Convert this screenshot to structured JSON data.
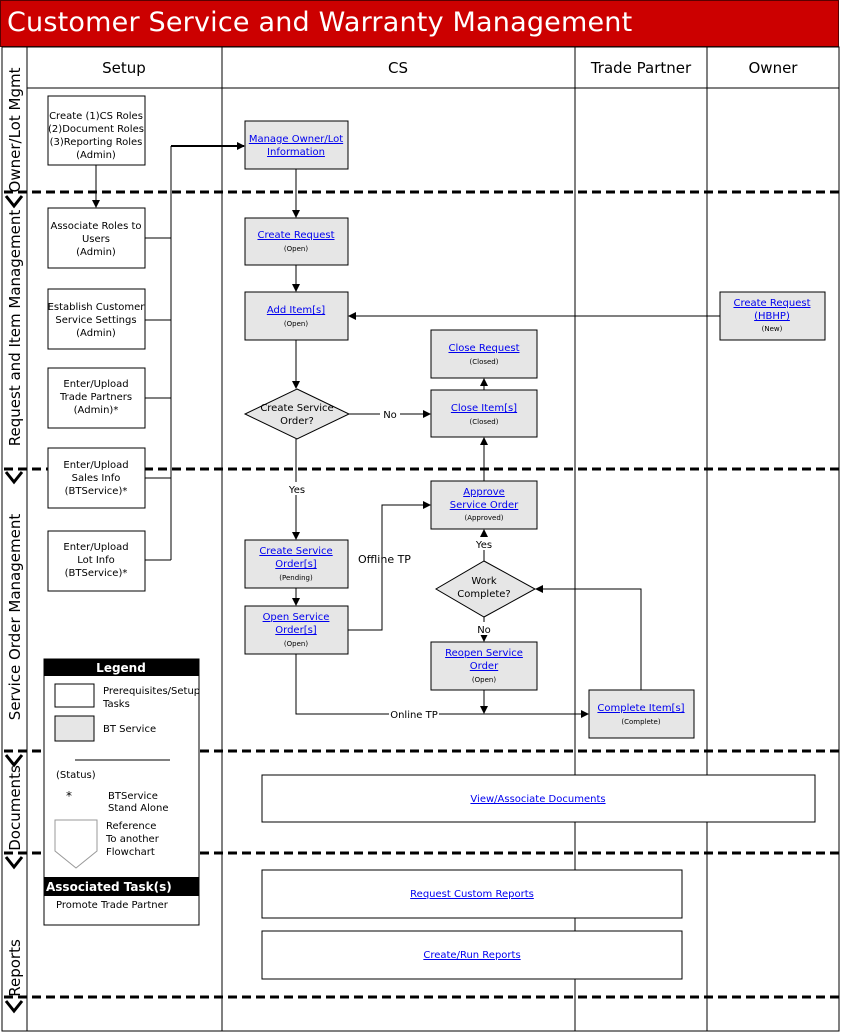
{
  "title": "Customer Service and Warranty Management",
  "colors": {
    "title_bg": "#cc0000",
    "service_fill": "#e6e6e6",
    "link": "#0000ee",
    "lane_border": "#000000"
  },
  "columns": {
    "setup": "Setup",
    "cs": "CS",
    "trade_partner": "Trade Partner",
    "owner": "Owner"
  },
  "rows": {
    "owner_lot": "Owner/Lot Mgmt",
    "request_item": "Request and Item Management",
    "service_order": "Service Order Management",
    "documents": "Documents",
    "reports": "Reports"
  },
  "setup_tasks": {
    "roles": [
      "Create (1)CS Roles",
      "(2)Document Roles",
      "(3)Reporting Roles",
      "(Admin)"
    ],
    "associate": [
      "Associate Roles to",
      "Users",
      "(Admin)"
    ],
    "establish": [
      "Establish Customer",
      "Service Settings",
      "(Admin)"
    ],
    "trade_partners": [
      "Enter/Upload",
      "Trade Partners",
      "(Admin)*"
    ],
    "sales": [
      "Enter/Upload",
      "Sales Info",
      "(BTService)*"
    ],
    "lot": [
      "Enter/Upload",
      "Lot Info",
      "(BTService)*"
    ]
  },
  "services": {
    "manage_owner": {
      "lines": [
        "Manage Owner/Lot",
        "Information"
      ],
      "status": ""
    },
    "create_request": {
      "lines": [
        "Create Request"
      ],
      "status": "(Open)"
    },
    "add_items": {
      "lines": [
        "Add Item[s]"
      ],
      "status": "(Open)"
    },
    "close_request": {
      "lines": [
        "Close Request"
      ],
      "status": "(Closed)"
    },
    "close_items": {
      "lines": [
        "Close Item[s]"
      ],
      "status": "(Closed)"
    },
    "approve": {
      "lines": [
        "Approve",
        "Service Order"
      ],
      "status": "(Approved)"
    },
    "create_so": {
      "lines": [
        "Create Service",
        "Order[s]"
      ],
      "status": "(Pending)"
    },
    "open_so": {
      "lines": [
        "Open Service",
        "Order[s]"
      ],
      "status": "(Open)"
    },
    "reopen_so": {
      "lines": [
        "Reopen Service",
        "Order"
      ],
      "status": "(Open)"
    },
    "complete_items": {
      "lines": [
        "Complete Item[s]"
      ],
      "status": "(Complete)"
    },
    "hbhp": {
      "lines": [
        "Create Request",
        "(HBHP)"
      ],
      "status": "(New)"
    }
  },
  "decisions": {
    "create_so_q": [
      "Create Service",
      "Order?"
    ],
    "work_complete_q": [
      "Work",
      "Complete?"
    ]
  },
  "edge_labels": {
    "no1": "No",
    "yes1": "Yes",
    "offline": "Offline TP",
    "yes2": "Yes",
    "no2": "No",
    "online": "Online TP"
  },
  "documents_link": "View/Associate Documents",
  "reports": {
    "custom": "Request Custom Reports",
    "run": "Create/Run Reports"
  },
  "legend": {
    "title": "Legend",
    "prereq": [
      "Prerequisites/Setup",
      "Tasks"
    ],
    "bt_service": "BT Service",
    "status": "(Status)",
    "star": "*",
    "standalone": [
      "BTService",
      "Stand Alone"
    ],
    "reference": [
      "Reference",
      "To another",
      "Flowchart"
    ],
    "assoc_title": "Associated Task(s)",
    "assoc_item": "Promote Trade Partner"
  }
}
